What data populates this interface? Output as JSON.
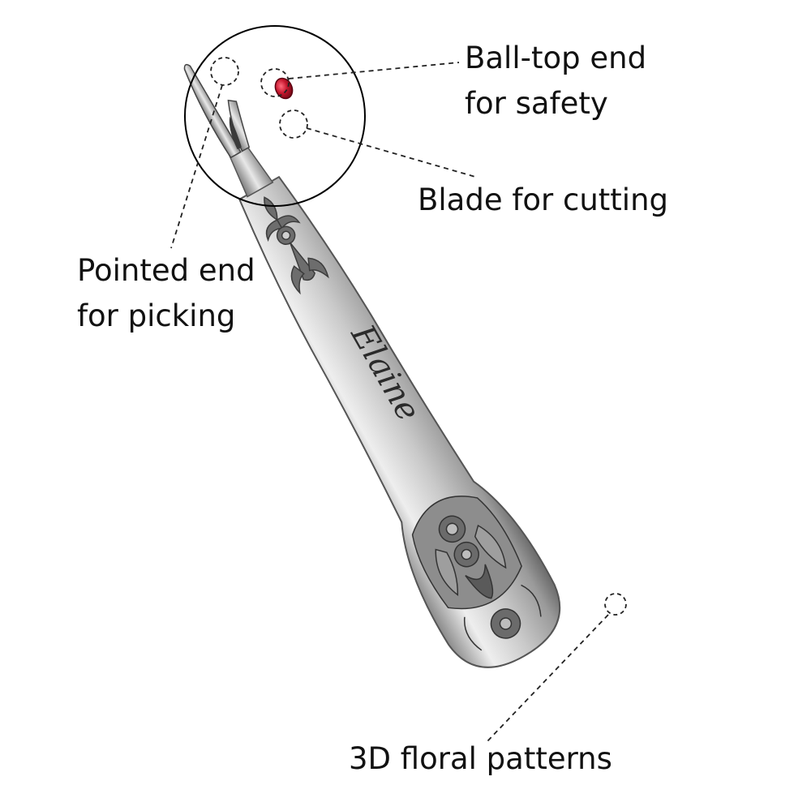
{
  "labels": {
    "ball_top": {
      "line1": "Ball-top end",
      "line2": "for safety"
    },
    "blade": {
      "line1": "Blade for cutting"
    },
    "pointed": {
      "line1": "Pointed end",
      "line2": "for picking"
    },
    "floral": {
      "line1": "3D floral patterns"
    }
  },
  "engraving": "Elaine",
  "colors": {
    "background": "#ffffff",
    "metal_light": "#e4e4e4",
    "metal_dark": "#5e5e5e",
    "ball_red": "#c4152c",
    "text": "#111111"
  }
}
